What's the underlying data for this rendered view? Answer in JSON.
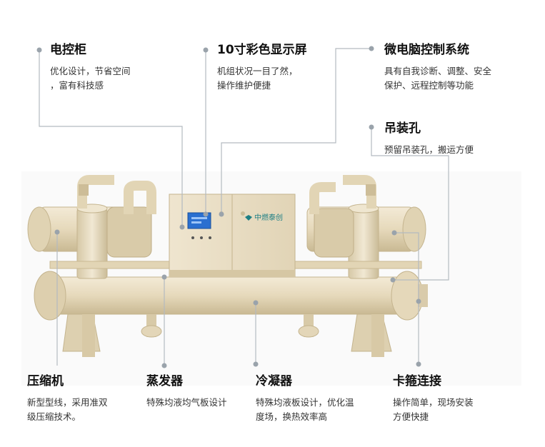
{
  "callouts": {
    "electric_cabinet": {
      "title": "电控柜",
      "desc": "优化设计，节省空间\n，富有科技感"
    },
    "display": {
      "title": "10寸彩色显示屏",
      "desc": "机组状况一目了然，\n操作维护便捷"
    },
    "micro_control": {
      "title": "微电脑控制系统",
      "desc": "具有自我诊断、调整、安全\n保护、远程控制等功能"
    },
    "lifting_hole": {
      "title": "吊装孔",
      "desc": "预留吊装孔，搬运方便"
    },
    "compressor": {
      "title": "压缩机",
      "desc": "新型型线，采用准双\n级压缩技术。"
    },
    "evaporator": {
      "title": "蒸发器",
      "desc": "特殊均液均气板设计"
    },
    "condenser": {
      "title": "冷凝器",
      "desc": "特殊均液板设计，优化温\n度场，换热效率高"
    },
    "clamp_connection": {
      "title": "卡箍连接",
      "desc": "操作简单，现场安装\n方便快捷"
    }
  },
  "machine": {
    "logo_text": "中燃泰创",
    "body_color": "#e8dcc0",
    "shadow_color": "#cdbf9f",
    "panel_color": "#2a6fd0"
  },
  "colors": {
    "leader": "#b3bac0",
    "dot": "#9aa3ab"
  }
}
